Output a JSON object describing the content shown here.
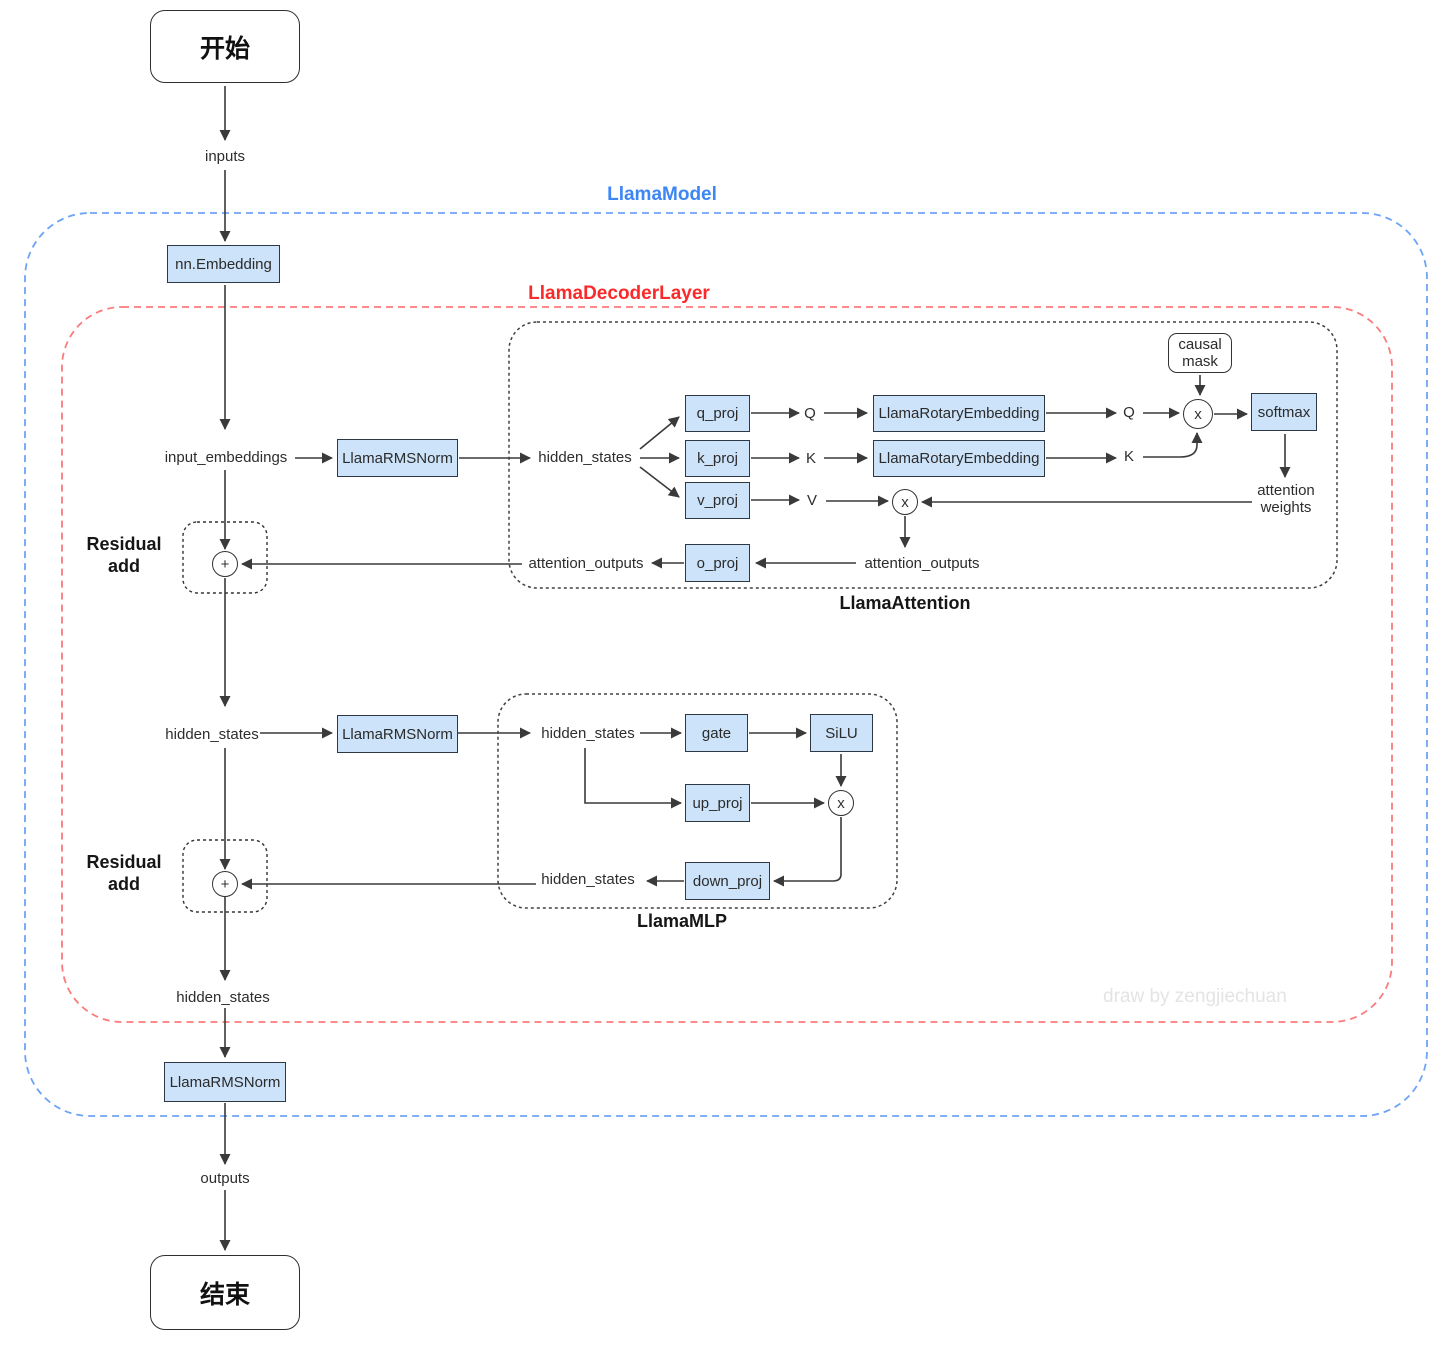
{
  "watermark": "draw by zengjiechuan",
  "terminals": {
    "start": "开始",
    "end": "结束"
  },
  "containers": {
    "model": {
      "label": "LlamaModel",
      "label_color": "#3c86f5",
      "border_color": "#6ea4f5"
    },
    "decoder_layer": {
      "label": "LlamaDecoderLayer",
      "label_color": "#fb2a2a",
      "border_color": "#fb7b7b"
    },
    "attention": {
      "label": "LlamaAttention"
    },
    "mlp": {
      "label": "LlamaMLP"
    }
  },
  "nodes": {
    "embedding": "nn.Embedding",
    "rmsnorm": "LlamaRMSNorm",
    "q_proj": "q_proj",
    "k_proj": "k_proj",
    "v_proj": "v_proj",
    "o_proj": "o_proj",
    "rotary_embedding": "LlamaRotaryEmbedding",
    "softmax": "softmax",
    "causal_mask": "causal mask",
    "gate": "gate",
    "silu": "SiLU",
    "up_proj": "up_proj",
    "down_proj": "down_proj"
  },
  "labels": {
    "inputs": "inputs",
    "input_embeddings": "input_embeddings",
    "hidden_states": "hidden_states",
    "attention_outputs": "attention_outputs",
    "attention_weights": "attention weights",
    "outputs": "outputs",
    "q": "Q",
    "k": "K",
    "v": "V",
    "residual_add": "Residual add"
  },
  "operators": {
    "add": "+",
    "multiply": "x"
  }
}
